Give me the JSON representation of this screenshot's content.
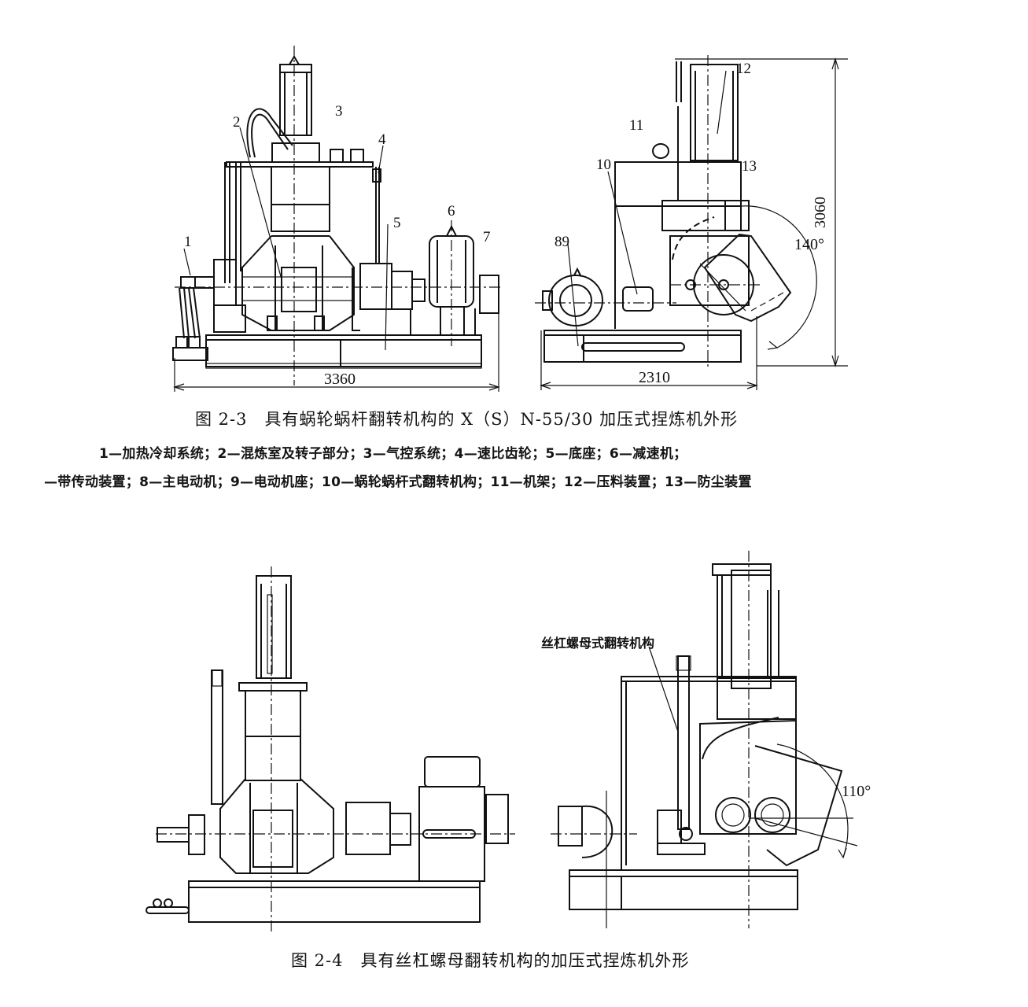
{
  "figure_2_3": {
    "caption": "图 2-3　具有蜗轮蜗杆翻转机构的 X（S）N-55/30 加压式捏炼机外形",
    "legend_line_1": "1—加热冷却系统；2—混炼室及转子部分；3—气控系统；4—速比齿轮；5—底座；6—减速机；",
    "legend_line_2": "—带传动装置；8—主电动机；9—电动机座；10—蜗轮蜗杆式翻转机构；11—机架；12—压料装置；13—防尘装置",
    "front_view": {
      "labels": [
        "1",
        "2",
        "3",
        "4",
        "5",
        "6",
        "7"
      ],
      "width_dimension": "3360"
    },
    "side_view": {
      "labels": [
        "89",
        "10",
        "11",
        "12",
        "13"
      ],
      "width_dimension": "2310",
      "height_dimension": "3060",
      "tilt_angle": "140°"
    }
  },
  "figure_2_4": {
    "caption": "图 2-4　具有丝杠螺母翻转机构的加压式捏炼机外形",
    "side_view": {
      "mechanism_label": "丝杠螺母式翻转机构",
      "tilt_angle": "110°"
    }
  }
}
